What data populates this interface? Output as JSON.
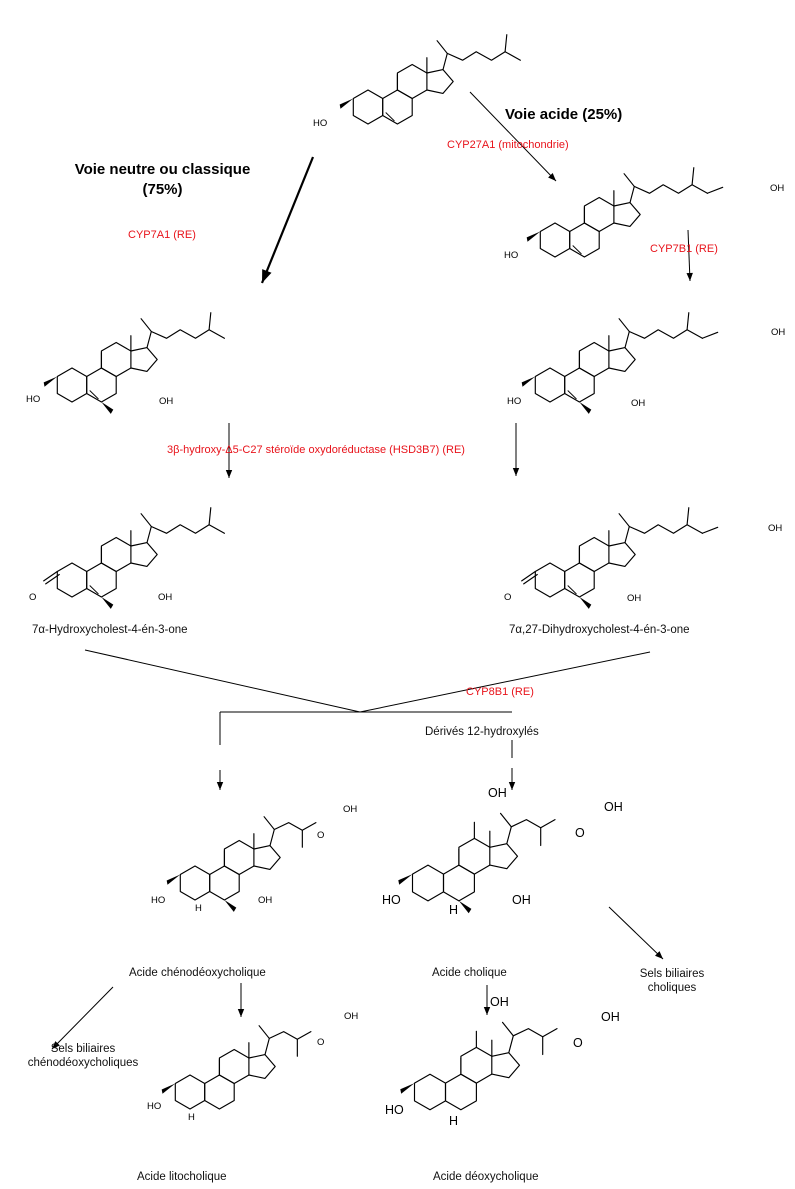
{
  "pathways": {
    "neutral_title": "Voie neutre ou classique\n(75%)",
    "acid_title": "Voie acide (25%)"
  },
  "enzymes": {
    "cyp7a1": "CYP7A1 (RE)",
    "cyp27a1": "CYP27A1 (mitochondrie)",
    "cyp7b1": "CYP7B1 (RE)",
    "hsd3b7": "3β-hydroxy-Δ5-C27 stéroïde oxydoréductase (HSD3B7) (RE)",
    "cyp8b1": "CYP8B1 (RE)"
  },
  "compounds": {
    "hydroxycholestenone": "7α-Hydroxycholest-4-én-3-one",
    "dihydroxycholestenone": "7α,27-Dihydroxycholest-4-én-3-one",
    "derives12": "Dérivés 12-hydroxylés",
    "chenodeoxycholic": "Acide chénodéoxycholique",
    "cholic": "Acide cholique",
    "sels_cheno": "Sels biliaires\nchénodéoxycholiques",
    "sels_cholic": "Sels biliaires\ncholiques",
    "lithocholic": "Acide litocholique",
    "deoxycholic": "Acide déoxycholique"
  },
  "atoms": {
    "ho": "HO",
    "oh": "OH",
    "o": "O",
    "h": "H"
  }
}
